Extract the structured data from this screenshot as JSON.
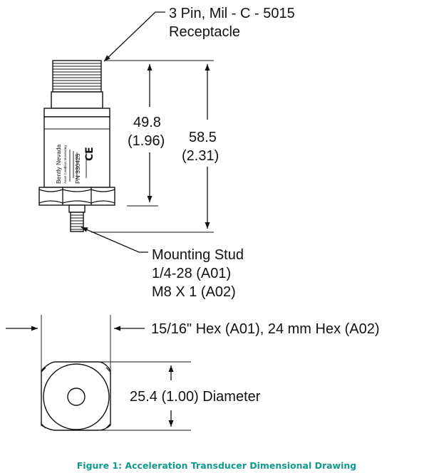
{
  "callouts": {
    "connector_line1": "3 Pin, Mil - C - 5015",
    "connector_line2": "Receptacle",
    "stud_line1": "Mounting Stud",
    "stud_line2": "1/4-28 (A01)",
    "stud_line3": "M8 X 1 (A02)",
    "hex": "15/16\" Hex (A01), 24 mm Hex (A02)",
    "diameter": "25.4 (1.00) Diameter"
  },
  "dimensions": {
    "inner_mm": "49.8",
    "inner_in": "(1.96)",
    "outer_mm": "58.5",
    "outer_in": "(2.31)"
  },
  "body_text": {
    "brand": "Bently Nevada",
    "line2": "Asset Condition Monitoring",
    "pn": "PN  330425",
    "cert": "CE"
  },
  "caption": "Figure 1:  Acceleration Transducer Dimensional Drawing"
}
